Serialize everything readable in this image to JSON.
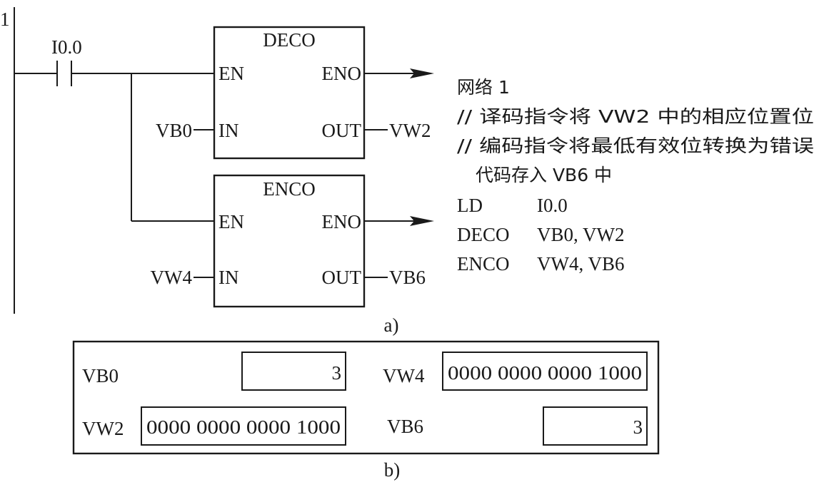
{
  "network_number": "1",
  "contact": {
    "label": "I0.0"
  },
  "deco": {
    "title": "DECO",
    "en": "EN",
    "eno": "ENO",
    "in": "IN",
    "out": "OUT",
    "in_operand": "VB0",
    "out_operand": "VW2"
  },
  "enco": {
    "title": "ENCO",
    "en": "EN",
    "eno": "ENO",
    "in": "IN",
    "out": "OUT",
    "in_operand": "VW4",
    "out_operand": "VB6"
  },
  "comments": [
    "网络 1",
    "// 译码指令将 VW2 中的相应位置位",
    "// 编码指令将最低有效位转换为错误",
    "代码存入 VB6 中"
  ],
  "stl": [
    {
      "op": "LD",
      "args": "I0.0"
    },
    {
      "op": "DECO",
      "args": "VB0,  VW2"
    },
    {
      "op": "ENCO",
      "args": "VW4,  VB6"
    }
  ],
  "caption_a": "a)",
  "panel": {
    "vb0": {
      "label": "VB0",
      "value": "3"
    },
    "vw4": {
      "label": "VW4",
      "value": "0000 0000 0000 1000"
    },
    "vw2": {
      "label": "VW2",
      "value": "0000 0000 0000 1000"
    },
    "vb6": {
      "label": "VB6",
      "value": "3"
    }
  },
  "caption_b": "b)"
}
